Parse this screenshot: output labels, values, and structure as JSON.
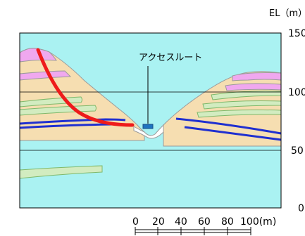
{
  "diagram": {
    "elevation_axis": {
      "title": "EL（m）",
      "ticks": [
        {
          "value": 150,
          "label": "150"
        },
        {
          "value": 100,
          "label": "100"
        },
        {
          "value": 50,
          "label": "50"
        },
        {
          "value": 0,
          "label": "0"
        }
      ]
    },
    "scale_bar": {
      "labels": [
        "0",
        "20",
        "40",
        "60",
        "80",
        "100(m)"
      ]
    },
    "annotation": {
      "label": "アクセスルート"
    },
    "colors": {
      "water": "#aaf2f2",
      "ground": "#f6deb1",
      "pink_layer": "#f0a8ef",
      "green_layer": "#d2ecc0",
      "green_edge": "#7fb86a",
      "blue_layer": "#1f2fd0",
      "red_arc": "#ee1b1b",
      "access_route": "#1e73c0",
      "outline": "#9b9b9b"
    }
  }
}
